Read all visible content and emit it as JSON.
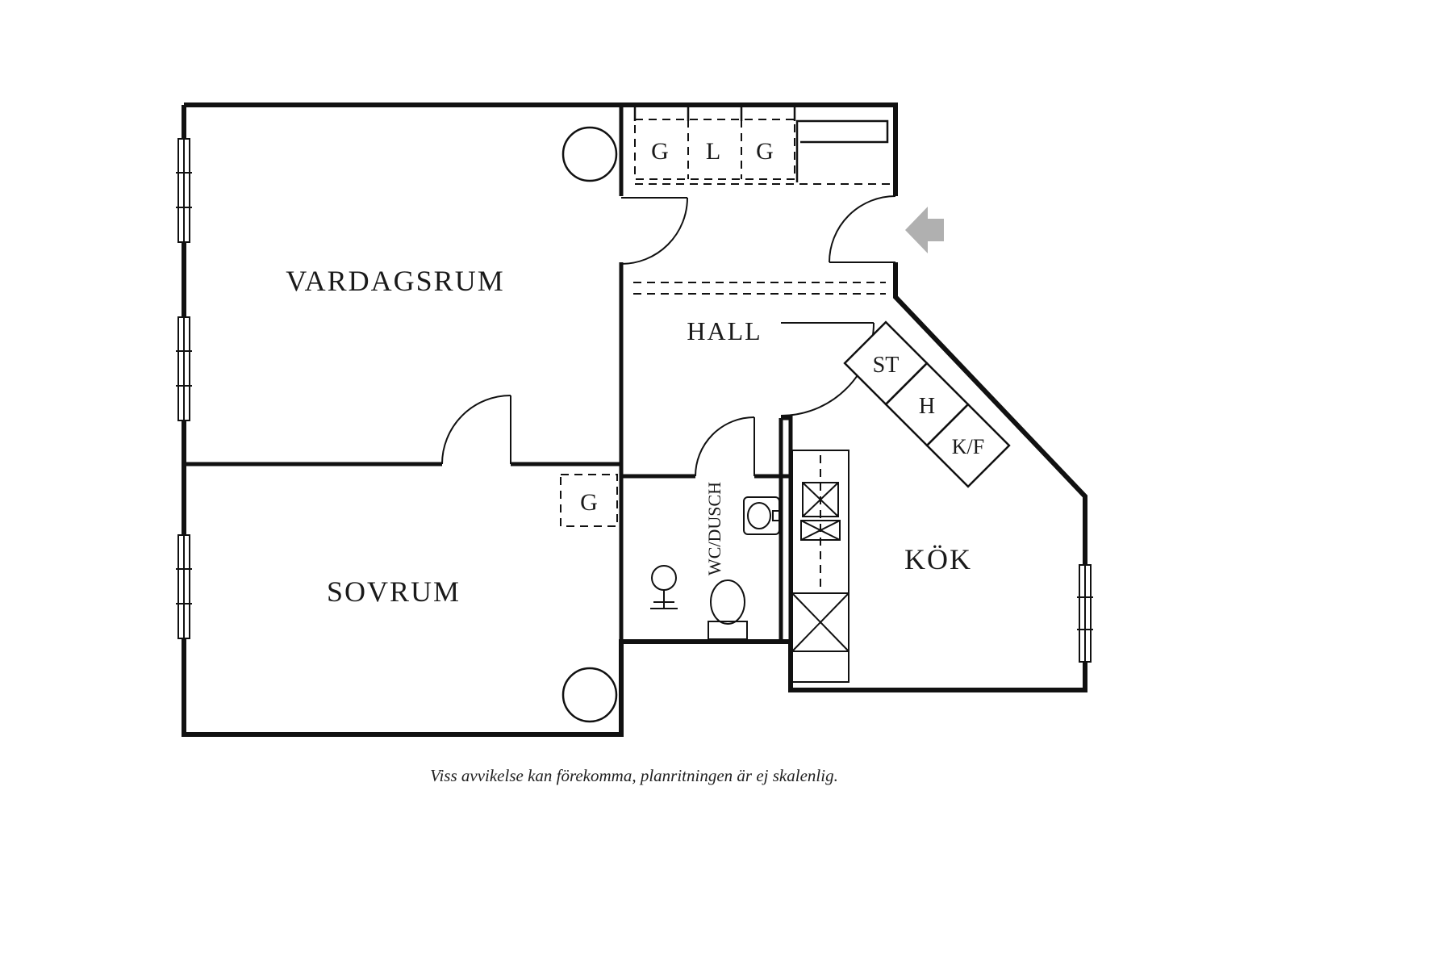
{
  "rooms": {
    "living_room": "VARDAGSRUM",
    "bedroom": "SOVRUM",
    "hall": "HALL",
    "kitchen": "KÖK",
    "bathroom": "WC/DUSCH"
  },
  "closets": {
    "top_g1": "G",
    "top_l": "L",
    "top_g2": "G",
    "bedroom_g": "G",
    "diag_st": "ST",
    "diag_h": "H",
    "diag_kf": "K/F"
  },
  "footer": {
    "disclaimer": "Viss avvikelse kan förekomma, planritningen är ej skalenlig."
  },
  "colors": {
    "wall": "#111111",
    "label": "#1a1a1a",
    "entry_arrow": "#b0b0b0",
    "background": "#ffffff"
  }
}
